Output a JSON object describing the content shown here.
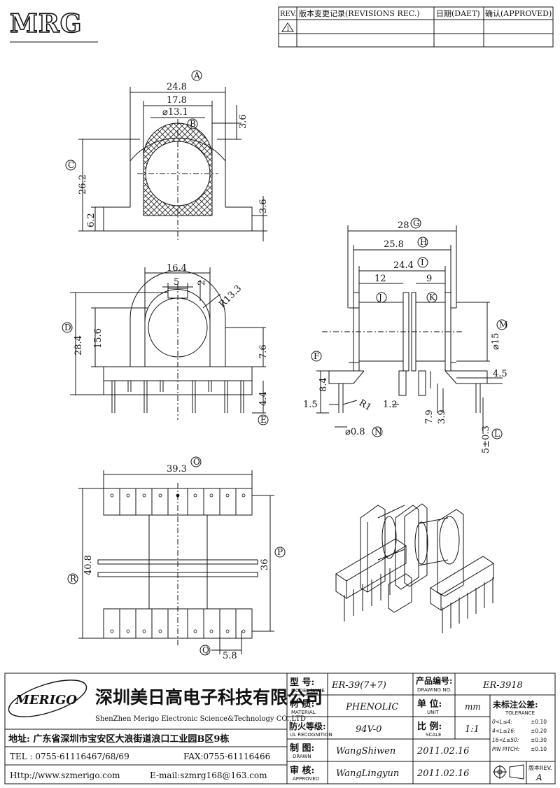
{
  "logo_top": "MRG",
  "revision_table": {
    "col_rev": "REV.",
    "col_records": "版本变更记录(REVISIONS REC.)",
    "col_date": "日期(DAET)",
    "col_approved": "确认(APPROVED)",
    "row1_rev": "1"
  },
  "top_view": {
    "dim_outer": "24.8",
    "dim_inner": "17.8",
    "dim_bore": "⌀13.1",
    "dim_top": "3.6",
    "dim_height": "26.2",
    "dim_base": "6.2",
    "dim_base_right": "3.6",
    "label_a": "A",
    "label_b": "B",
    "label_c": "C"
  },
  "front_view": {
    "dim_width": "16.4",
    "dim_slot": "5",
    "dim_slot_h": "2",
    "dim_radius": "R13.3",
    "dim_total_h": "28.4",
    "dim_center_h": "15.6",
    "dim_flange": "7.6",
    "dim_pin": "4.4",
    "label_d": "D",
    "label_e": "E"
  },
  "side_view": {
    "dim_total": "28",
    "dim_flanges": "25.8",
    "dim_inner": "24.4",
    "dim_left": "12",
    "dim_right": "9",
    "dim_dia": "⌀15",
    "dim_base_h": "8.4",
    "dim_right_off": "4.5",
    "dim_edge": "1.5",
    "dim_r1": "R1",
    "dim_gap": "1.2",
    "dim_79": "7.9",
    "dim_39": "3.9",
    "dim_pin_len": "5±0.3",
    "dim_pin_dia": "⌀0.8",
    "label_f": "F",
    "label_g": "G",
    "label_h": "H",
    "label_i": "I",
    "label_j": "J",
    "label_k": "K",
    "label_l": "L",
    "label_m": "M",
    "label_n": "N"
  },
  "bottom_view": {
    "dim_width": "39.3",
    "dim_height": "40.8",
    "dim_pins": "36",
    "dim_pitch": "5.8",
    "label_o": "O",
    "label_p": "P",
    "label_q": "Q",
    "label_r": "R"
  },
  "title_block": {
    "company_logo": "MERIGO",
    "company_cn": "深圳美日高电子科技有限公司",
    "company_en": "ShenZhen Merigo Electronic Science&Technology CO.,LTD",
    "address": "地址: 广东省深圳市宝安区大浪街道浪口工业园B区9栋",
    "tel": "TEL : 0755-61116467/68/69",
    "fax": "FAX:0755-61116466",
    "http": "Http://www.szmerigo.com",
    "email": "E-mail:szmrg168@163.com",
    "model_label": "型 号:",
    "model_sub": "MODEL NAME",
    "model_value": "ER-39(7+7)",
    "material_label": "材 质:",
    "material_sub": "MATERIAL",
    "material_value": "PHENOLIC",
    "ul_label": "防火等级:",
    "ul_sub": "UL RECOGNITION",
    "ul_value": "94V-0",
    "drawn_label": "制 图:",
    "drawn_sub": "DRAWN",
    "drawn_value": "WangShiwen",
    "approved_label": "审 核:",
    "approved_sub": "APPROVED",
    "approved_value": "WangLingyun",
    "drawing_no_label": "产品编号:",
    "drawing_no_sub": "DRAWING NO.",
    "drawing_no_value": "ER-3918",
    "unit_label": "单 位:",
    "unit_sub": "UNIT",
    "unit_value": "mm",
    "scale_label": "比 例:",
    "scale_sub": "SCALE",
    "scale_value": "1:1",
    "date1": "2011.02.16",
    "date2": "2011.02.16",
    "tolerance_label": "未标注公差:",
    "tolerance_sub": "TOLERANCE",
    "tol1_range": "0<L≤4:",
    "tol1_value": "±0.10",
    "tol2_range": "4<L≤16:",
    "tol2_value": "±0.20",
    "tol3_range": "16<L≤50:",
    "tol3_value": "±0.30",
    "tol4_range": "PIN PITCH:",
    "tol4_value": "±0.10",
    "rev_label": "版本REV.",
    "rev_value": "A"
  }
}
